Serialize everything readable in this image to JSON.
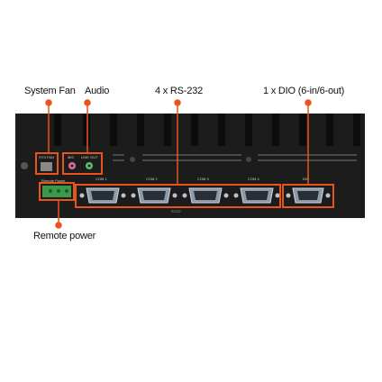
{
  "callouts": {
    "system_fan": "System Fan",
    "audio": "Audio",
    "rs232": "4 x RS-232",
    "dio": "1 x DIO (6-in/6-out)",
    "remote_power": "Remote power"
  },
  "panel": {
    "fan_label": "SYS FAN",
    "mic_label": "MIC",
    "line_out_label": "LINE OUT",
    "remote_power_label": "Remote Power",
    "com_labels": [
      "COM 1",
      "COM 2",
      "COM 3",
      "COM 4"
    ],
    "dio_label": "DIO",
    "bottom_text": "RS232"
  },
  "colors": {
    "highlight": "#e8541c",
    "panel": "#1c1c1c",
    "port_metal": "#8c9aa8",
    "terminal_green": "#3a9a4a",
    "mic_pink": "#e06aa0",
    "line_out_green": "#5cc070"
  }
}
